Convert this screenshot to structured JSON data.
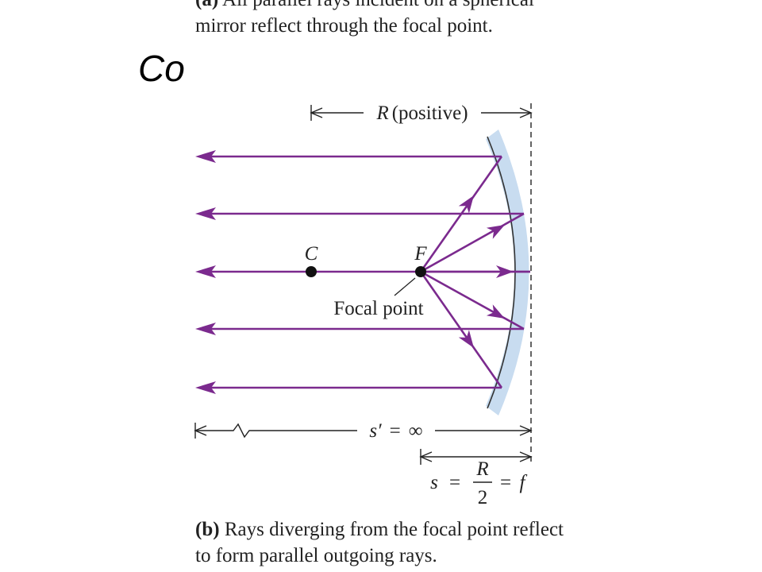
{
  "caption_a": {
    "label": "(a)",
    "line1": "All parallel rays incident on a spherical",
    "line2": "mirror reflect through the focal point."
  },
  "slide_title": "Concave Mirror",
  "diagram": {
    "r_dimension": {
      "symbol": "R",
      "text": "(positive)"
    },
    "point_c": "C",
    "point_f": "F",
    "focal_point_label": "Focal point",
    "s_prime_label": {
      "symbol": "s′",
      "equals": "=",
      "value": "∞"
    },
    "s_label": {
      "symbol": "s",
      "equals": "=",
      "numerator": "R",
      "denominator": "2",
      "equals2": "=",
      "result": "f"
    },
    "colors": {
      "ray": "#7b2a8e",
      "mirror_glass": "#c8dcf0",
      "mirror_surface": "#333333",
      "ink": "#222222"
    }
  },
  "caption_b": {
    "label": "(b)",
    "line1": "Rays diverging from the focal point reflect",
    "line2": "to form parallel outgoing rays."
  }
}
